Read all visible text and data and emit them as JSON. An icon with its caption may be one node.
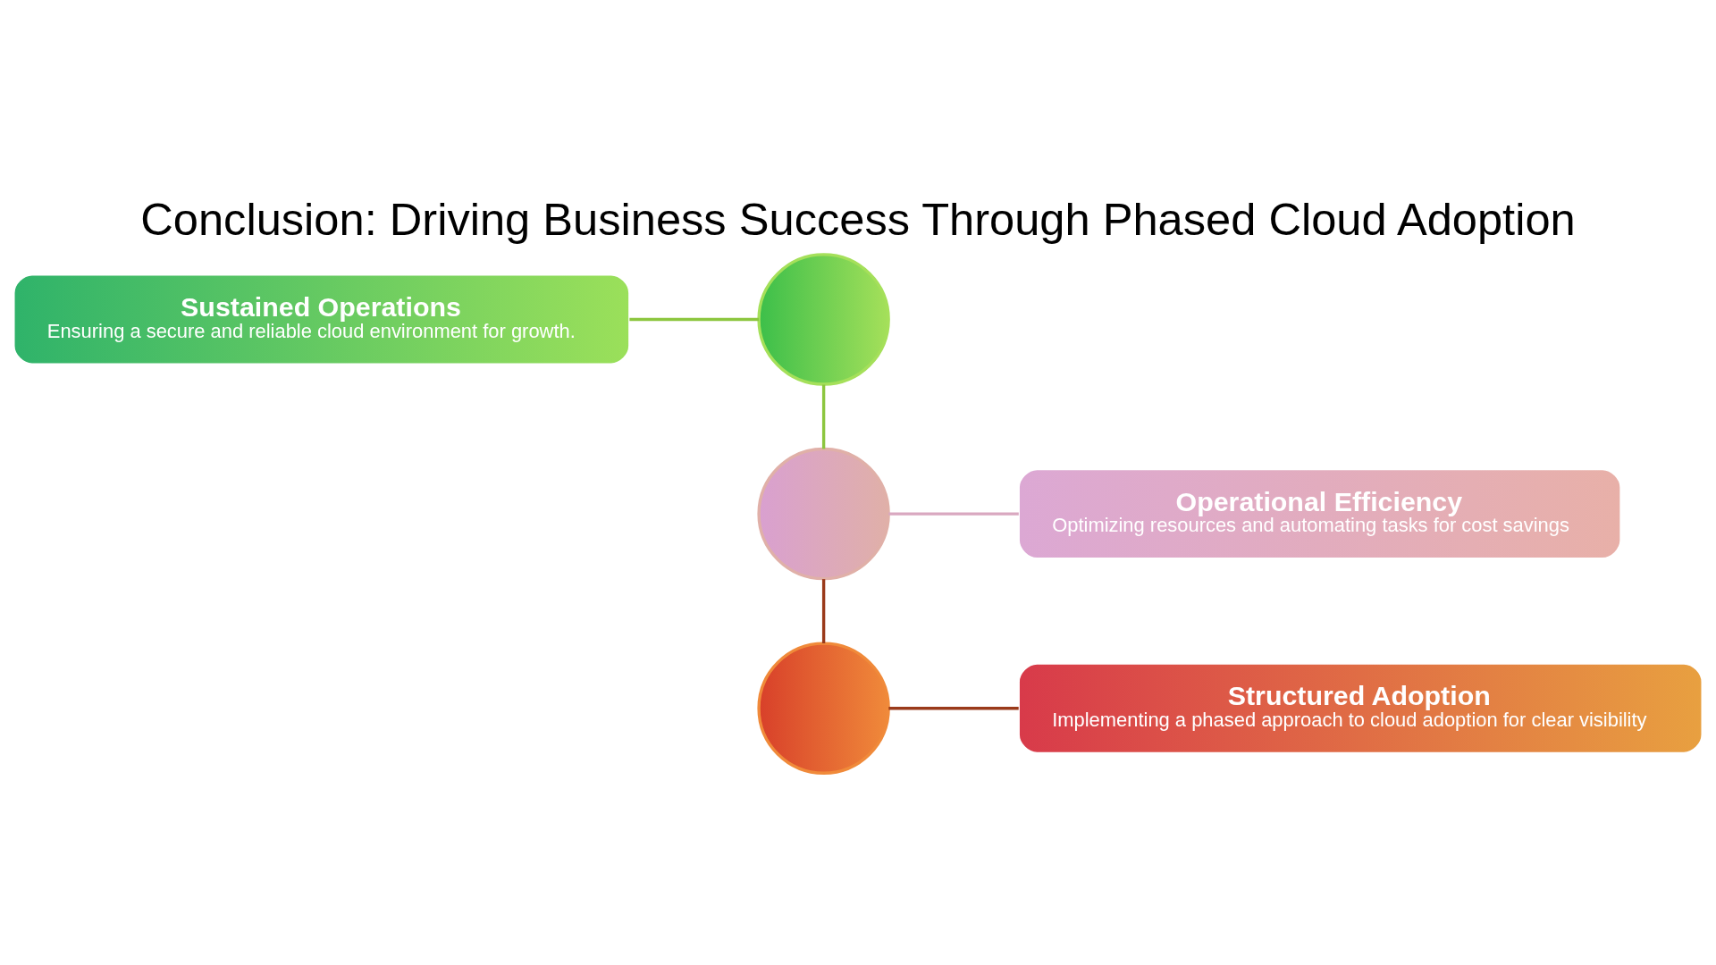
{
  "diagram": {
    "title": "Conclusion: Driving Business Success Through Phased Cloud Adoption",
    "nodes": [
      {
        "text": [
          "Sustained Operations",
          "Ensuring a secure and reliable cloud environment for growth."
        ]
      },
      {
        "text": [],
        "shape": "circle"
      },
      {
        "text": [],
        "shape": "circle"
      },
      {
        "text": [
          "Operational Efficiency",
          "Optimizing resources and automating tasks for cost savings"
        ]
      },
      {
        "text": [],
        "shape": "circle"
      },
      {
        "text": [
          "Structured Adoption",
          "Implementing a phased approach to cloud adoption for clear visibility"
        ]
      }
    ],
    "edges": [
      {
        "from": 0,
        "to": 1,
        "arrow": "none",
        "color": "#8cc63f"
      },
      {
        "from": 1,
        "to": 2,
        "arrow": "none",
        "color": "#8cc63f"
      },
      {
        "from": 2,
        "to": 3,
        "arrow": "none",
        "color": "#d9a8c0"
      },
      {
        "from": 2,
        "to": 4,
        "arrow": "none",
        "color": "#9a3a1a"
      },
      {
        "from": 4,
        "to": 5,
        "arrow": "none",
        "color": "#9a3a1a"
      }
    ]
  }
}
